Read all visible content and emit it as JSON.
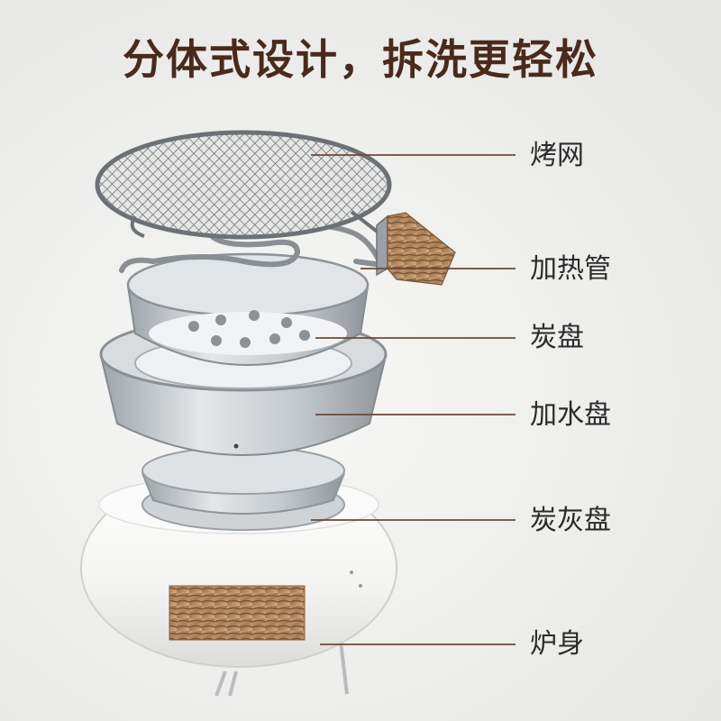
{
  "headline": "分体式设计，拆洗更轻松",
  "parts": [
    {
      "key": "grill",
      "label": "烤网"
    },
    {
      "key": "heating-tube",
      "label": "加热管"
    },
    {
      "key": "charcoal-tray",
      "label": "炭盘"
    },
    {
      "key": "water-tray",
      "label": "加水盘"
    },
    {
      "key": "ash-tray",
      "label": "炭灰盘"
    },
    {
      "key": "stove-body",
      "label": "炉身"
    }
  ],
  "colors": {
    "headline": "#4a2a1c",
    "leader_line": "#6b4a3a",
    "metal": "#c9cdd0",
    "wood": "#b48a5e",
    "body": "#f6f6f4"
  }
}
